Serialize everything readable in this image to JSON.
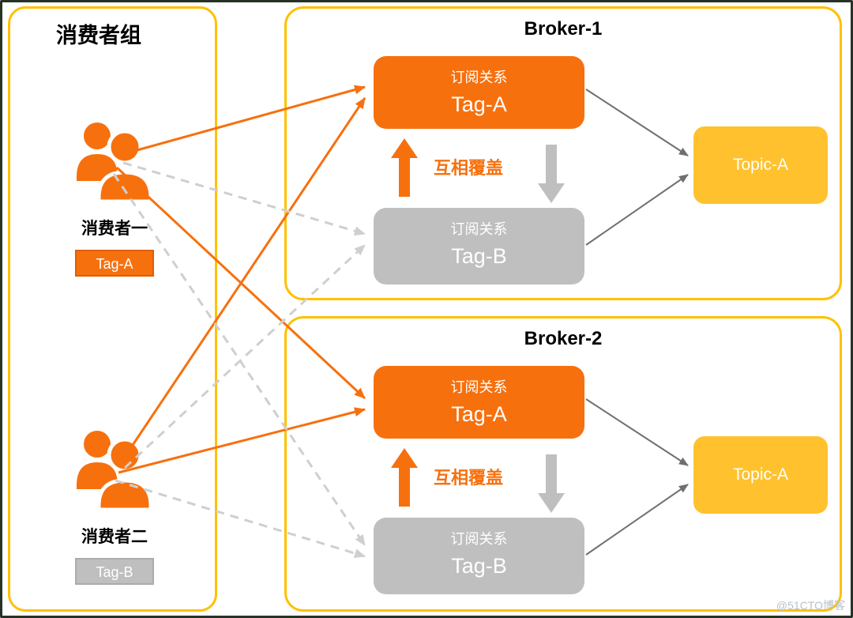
{
  "diagram": {
    "consumer_group": {
      "title": "消费者组",
      "consumers": [
        {
          "name": "消费者一",
          "tag_label": "Tag-A"
        },
        {
          "name": "消费者二",
          "tag_label": "Tag-B"
        }
      ]
    },
    "brokers": [
      {
        "title": "Broker-1",
        "subscription_a": {
          "caption": "订阅关系",
          "tag": "Tag-A"
        },
        "subscription_b": {
          "caption": "订阅关系",
          "tag": "Tag-B"
        },
        "override_label": "互相覆盖",
        "topic_label": "Topic-A"
      },
      {
        "title": "Broker-2",
        "subscription_a": {
          "caption": "订阅关系",
          "tag": "Tag-A"
        },
        "subscription_b": {
          "caption": "订阅关系",
          "tag": "Tag-B"
        },
        "override_label": "互相覆盖",
        "topic_label": "Topic-A"
      }
    ],
    "icons": {
      "consumer": "users-icon",
      "override_up": "up-arrow-icon",
      "override_down": "down-arrow-icon"
    },
    "colors": {
      "orange": "#F7700E",
      "gray": "#BFBFBF",
      "topic_yellow": "#FFC22E",
      "panel_border": "#FFC000",
      "dashed_line": "#CFCFCF",
      "dark_arrow": "#6F6F6F"
    },
    "watermark": "@51CTO博客"
  }
}
